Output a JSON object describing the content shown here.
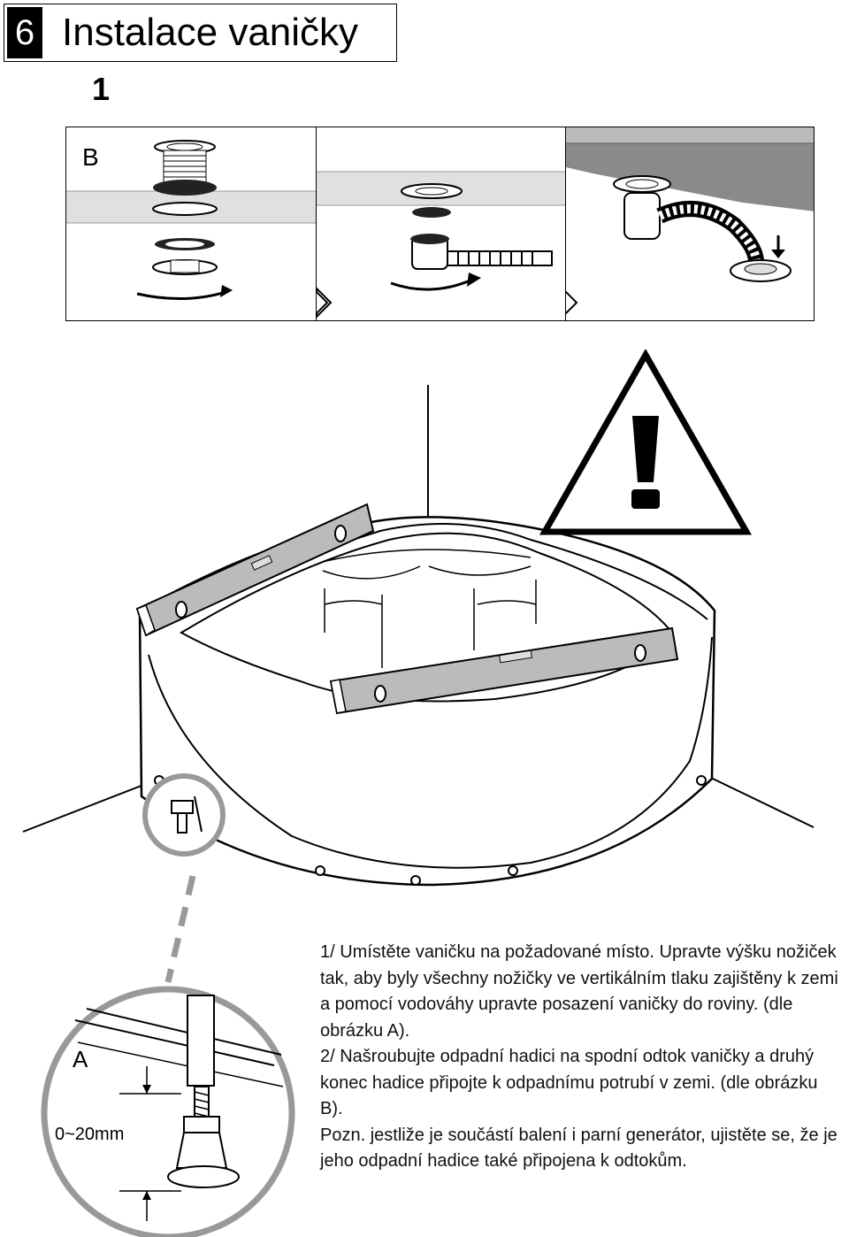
{
  "header": {
    "section_number": "6",
    "section_title": "Instalace vaničky"
  },
  "step_number": "1",
  "panels": {
    "panel_b_label": "B"
  },
  "detail": {
    "label": "A",
    "dimension": "0~20mm"
  },
  "instructions": {
    "p1": "1/ Umístěte vaničku na požadované místo. Upravte výšku nožiček tak, aby byly všechny nožičky ve vertikálním tlaku zajištěny k zemi a pomocí vodováhy upravte posazení vaničky do roviny. (dle obrázku A).",
    "p2": "2/ Našroubujte odpadní hadici na spodní odtok vaničky a druhý konec hadice připojte k odpadnímu potrubí v zemi. (dle obrázku B).",
    "p3": "Pozn. jestliže je součástí balení i parní generátor, ujistěte se, že je jeho odpadní hadice také připojena k odtokům."
  },
  "icons": [
    "warning-triangle-icon",
    "arrow-right-icon"
  ],
  "colors": {
    "floor_band": "#e0e0e0",
    "dark_band": "#8a8a8a",
    "warning_fill": "#000000"
  }
}
